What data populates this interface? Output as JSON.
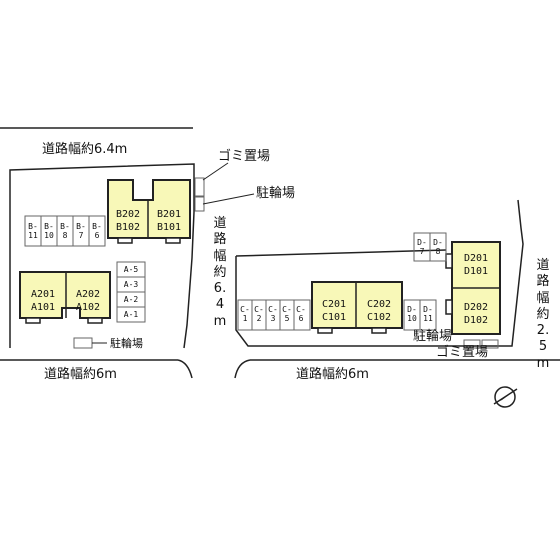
{
  "roads": {
    "top_left": "道路幅約6.4m",
    "bottom_left": "道路幅約6m",
    "bottom_right": "道路幅約6m",
    "middle_vertical": [
      "道",
      "路",
      "幅",
      "約",
      "6.",
      "4",
      "m"
    ],
    "right_vertical": [
      "道",
      "路",
      "幅",
      "約",
      "2.",
      "5",
      "m"
    ]
  },
  "facilities": {
    "garbage_top": "ゴミ置場",
    "bike_top": "駐輪場",
    "bike_bottom_left": "駐輪場",
    "bike_bottom_right": "駐輪場",
    "garbage_bottom_right": "ゴミ置場"
  },
  "buildings": {
    "B": {
      "left": [
        "B202",
        "B102"
      ],
      "right": [
        "B201",
        "B101"
      ]
    },
    "A": {
      "left": [
        "A201",
        "A101"
      ],
      "right": [
        "A202",
        "A102"
      ]
    },
    "C": {
      "left": [
        "C201",
        "C101"
      ],
      "right": [
        "C202",
        "C102"
      ]
    },
    "D": {
      "top": [
        "D201",
        "D101"
      ],
      "bottom": [
        "D202",
        "D102"
      ]
    }
  },
  "parking": {
    "B": [
      "B-11",
      "B-10",
      "B-8",
      "B-7",
      "B-6"
    ],
    "A": [
      "A-5",
      "A-3",
      "A-2",
      "A-1"
    ],
    "C": [
      "C-1",
      "C-2",
      "C-3",
      "C-5",
      "C-6"
    ],
    "D_top": [
      "D-7",
      "D-8"
    ],
    "D_side": [
      "D-10",
      "D-11"
    ]
  },
  "colors": {
    "building_fill": "#f8f8b8",
    "line": "#222222"
  },
  "icons": {
    "north_arrow": "north-arrow-icon"
  }
}
